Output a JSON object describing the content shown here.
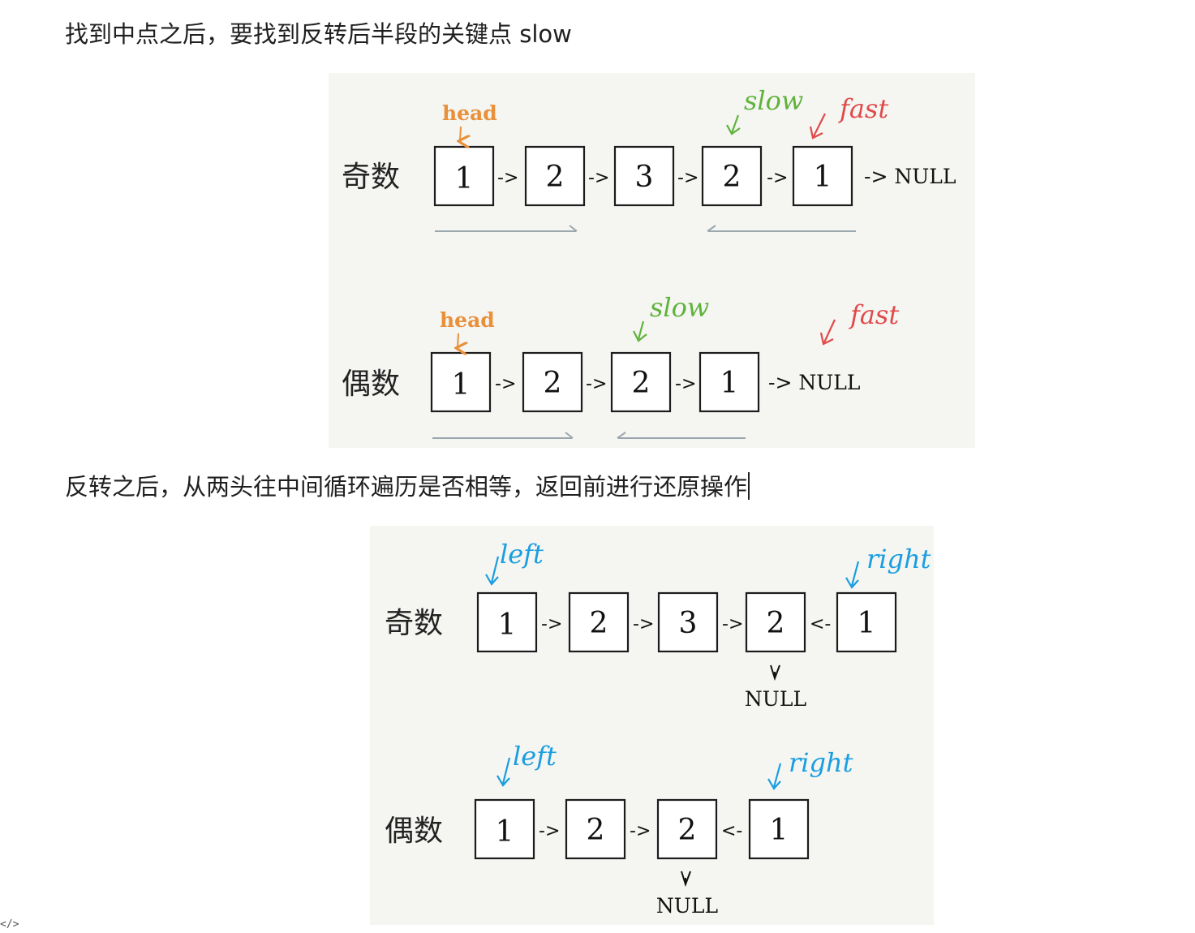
{
  "text": {
    "para1": "找到中点之后，要找到反转后半段的关键点 slow",
    "para2": "反转之后，从两头往中间循环遍历是否相等，返回前进行还原操作"
  },
  "colors": {
    "head": "#e8903a",
    "slow": "#5fb33a",
    "fast": "#e04a4a",
    "pointer_blue": "#1a9ee0",
    "guide": "#9aa7ad"
  },
  "figure1": {
    "rows": [
      {
        "label": "奇数",
        "nodes": [
          "1",
          "2",
          "3",
          "2",
          "1"
        ],
        "connectors": [
          "->",
          "->",
          "->",
          "->"
        ],
        "tail": "-> NULL",
        "head_label": "head",
        "slow_label": "slow",
        "fast_label": "fast"
      },
      {
        "label": "偶数",
        "nodes": [
          "1",
          "2",
          "2",
          "1"
        ],
        "connectors": [
          "->",
          "->",
          "->"
        ],
        "tail": "-> NULL",
        "head_label": "head",
        "slow_label": "slow",
        "fast_label": "fast"
      }
    ]
  },
  "figure2": {
    "rows": [
      {
        "label": "奇数",
        "nodes": [
          "1",
          "2",
          "3",
          "2",
          "1"
        ],
        "connectors": [
          "->",
          "->",
          "->",
          "<-"
        ],
        "null_label": "NULL",
        "left_label": "left",
        "right_label": "right"
      },
      {
        "label": "偶数",
        "nodes": [
          "1",
          "2",
          "2",
          "1"
        ],
        "connectors": [
          "->",
          "->",
          "<-"
        ],
        "null_label": "NULL",
        "left_label": "left",
        "right_label": "right"
      }
    ]
  },
  "footer_icon": "code-icon"
}
